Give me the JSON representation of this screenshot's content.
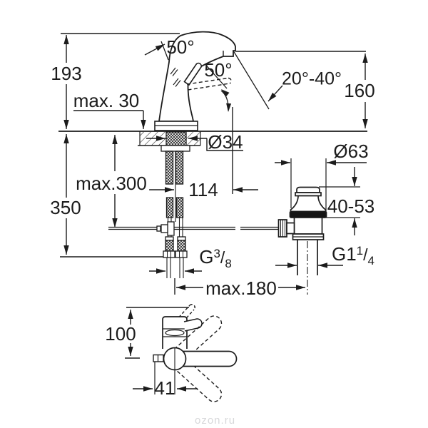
{
  "title": "faucet-installation-dimension-diagram",
  "colors": {
    "line": "#1c1c1c",
    "seal": "#141414",
    "watermark": "#d7d8da"
  },
  "labels": {
    "height_total": "193",
    "deck_thickness_max": "max. 30",
    "hose_length_max": "max.300",
    "total_depth": "350",
    "spout_reach": "114",
    "spout_angle": "50°",
    "handle_angle": "50°",
    "swivel_range": "20°-40°",
    "outlet_height": "160",
    "hole_diameter": "Ø34",
    "flange_diameter": "Ø63",
    "clamp_range": "40-53",
    "center_distance_max": "max.180",
    "top_view_height": "100",
    "rod_offset": "41",
    "supply_thread": {
      "base": "G",
      "sup": "3",
      "slash": "/",
      "sub": "8"
    },
    "drain_thread": {
      "base": "G1",
      "sup": "1",
      "slash": "/",
      "sub": "4"
    }
  },
  "watermark": "ozon.ru"
}
